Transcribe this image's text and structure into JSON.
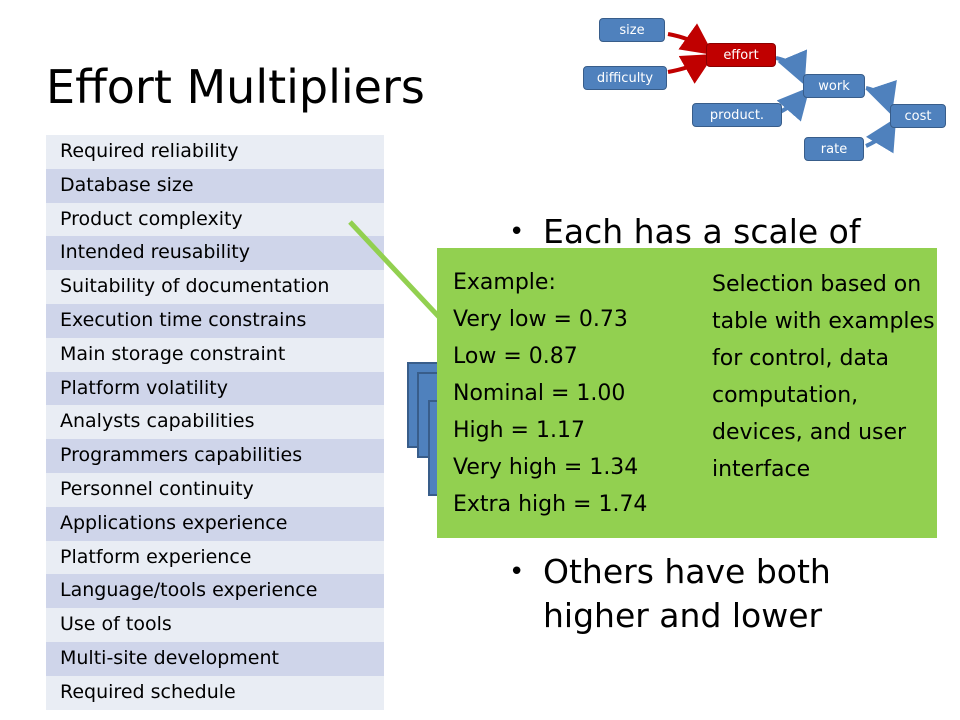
{
  "slide": {
    "title": "Effort Multipliers",
    "multipliers": [
      "Required reliability",
      "Database size",
      "Product complexity",
      "Intended reusability",
      "Suitability of documentation",
      "Execution time constrains",
      "Main storage constraint",
      "Platform volatility",
      "Analysts capabilities",
      "Programmers capabilities",
      "Personnel continuity",
      "Applications experience",
      "Platform experience",
      "Language/tools experience",
      "Use of tools",
      "Multi-site development",
      "Required schedule"
    ],
    "bullets": [
      "Each has a scale of",
      "Others have both higher and lower"
    ],
    "callout": {
      "example_lines": [
        "Example:",
        "Very low = 0.73",
        "Low = 0.87",
        "Nominal = 1.00",
        "High = 1.17",
        "Very high = 1.34",
        "Extra high = 1.74"
      ],
      "selection_text": "Selection based on table with examples for control,  data computation, devices, and user interface"
    },
    "diagram_nodes": {
      "size": "size",
      "difficulty": "difficulty",
      "effort": "effort",
      "product": "product.",
      "work": "work",
      "rate": "rate",
      "cost": "cost"
    },
    "colors": {
      "callout": "#92d050",
      "node_blue": "#4f81bd",
      "node_red": "#c00000",
      "arrow_red": "#c00000",
      "arrow_blue": "#4f81bd",
      "connector": "#92d050"
    }
  }
}
